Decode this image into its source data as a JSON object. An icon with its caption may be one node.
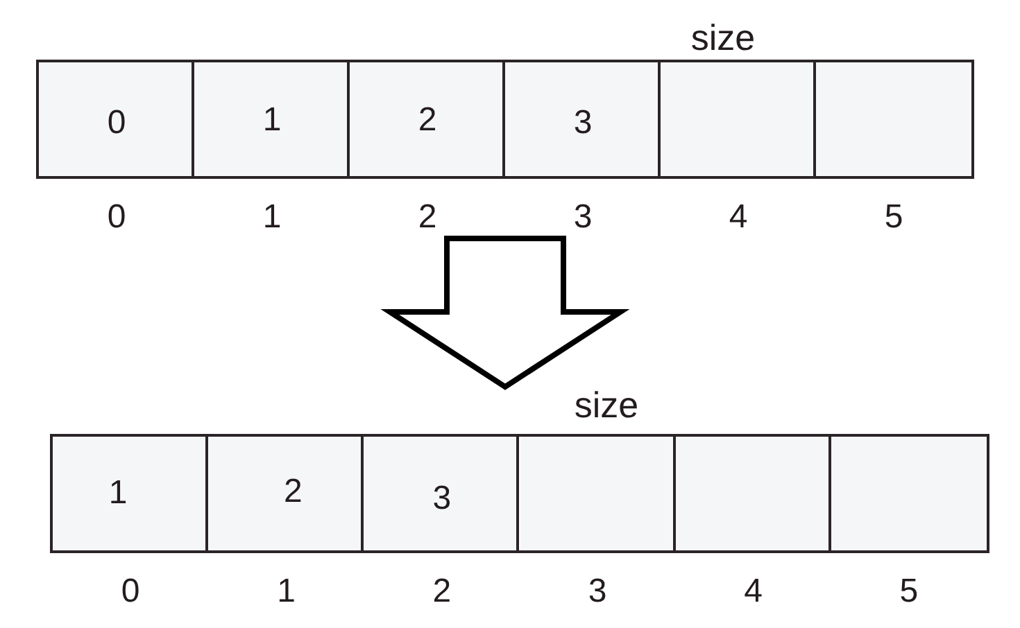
{
  "diagram": {
    "nodes": [
      {
        "text": [],
        "shape": "box"
      },
      {
        "text": [
          "0"
        ],
        "in": 0,
        "beside": [
          "0"
        ]
      },
      {
        "text": [
          "1"
        ],
        "in": 0,
        "beside": [
          "1"
        ]
      },
      {
        "text": [
          "2"
        ],
        "in": 0,
        "beside": [
          "2"
        ]
      },
      {
        "text": [
          "3"
        ],
        "in": 0,
        "beside": [
          "3"
        ]
      },
      {
        "text": [],
        "shape": "box",
        "in": 0,
        "beside": [
          "4"
        ]
      },
      {
        "text": [],
        "shape": "box",
        "in": 0,
        "beside": [
          "5"
        ]
      },
      {
        "text": [],
        "shape": "box"
      },
      {
        "text": [
          "1"
        ],
        "in": 7,
        "beside": [
          "0"
        ]
      },
      {
        "text": [
          "2"
        ],
        "in": 7,
        "beside": [
          "1"
        ]
      },
      {
        "text": [
          "3"
        ],
        "in": 7,
        "beside": [
          "2"
        ]
      },
      {
        "text": [],
        "shape": "box",
        "in": 7,
        "beside": [
          "3"
        ]
      },
      {
        "text": [],
        "shape": "box",
        "in": 7,
        "beside": [
          "4"
        ]
      },
      {
        "text": [],
        "shape": "box",
        "in": 7,
        "beside": [
          "5"
        ]
      }
    ],
    "edges": [
      {
        "from": 0,
        "to": 7,
        "arrow": "to"
      }
    ],
    "labels": [
      "size",
      "size"
    ]
  }
}
